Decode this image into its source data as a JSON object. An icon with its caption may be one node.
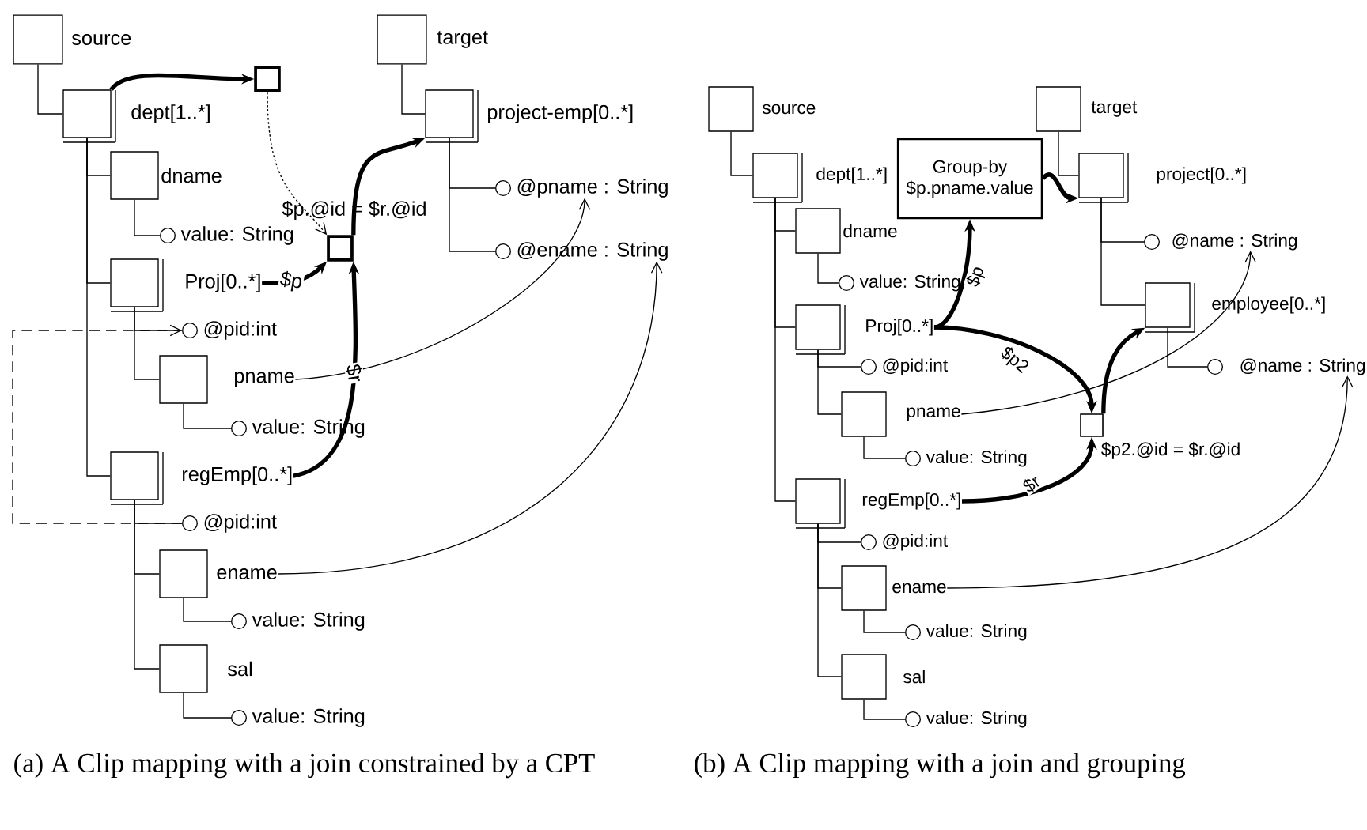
{
  "diagram": {
    "nodes": [
      {
        "text": [
          "source"
        ]
      },
      {
        "text": [
          "dept[1..*]"
        ]
      },
      {
        "text": [
          "dname"
        ]
      },
      {
        "text": [
          "value: String"
        ]
      },
      {
        "text": [
          "Proj[0..*]"
        ]
      },
      {
        "text": [
          "@pid:int"
        ]
      },
      {
        "text": [
          "pname"
        ]
      },
      {
        "text": [
          "value: String"
        ]
      },
      {
        "text": [
          "regEmp[0..*]"
        ]
      },
      {
        "text": [
          "@pid:int"
        ]
      },
      {
        "text": [
          "ename"
        ]
      },
      {
        "text": [
          "value: String"
        ]
      },
      {
        "text": [
          "sal"
        ]
      },
      {
        "text": [
          "value: String"
        ]
      },
      {
        "text": [
          "target"
        ]
      },
      {
        "text": [
          "project-emp[0..*]"
        ]
      },
      {
        "text": [
          "@pname : String"
        ]
      },
      {
        "text": [
          "@ename : String"
        ]
      },
      {
        "text": [],
        "shape": "box"
      },
      {
        "text": [],
        "shape": "box",
        "beside": [
          "$p.@id = $r.@id"
        ]
      },
      {
        "text": [
          "source"
        ]
      },
      {
        "text": [
          "dept[1..*]"
        ]
      },
      {
        "text": [
          "dname"
        ]
      },
      {
        "text": [
          "value: String"
        ]
      },
      {
        "text": [
          "Proj[0..*]"
        ]
      },
      {
        "text": [
          "@pid:int"
        ]
      },
      {
        "text": [
          "pname"
        ]
      },
      {
        "text": [
          "value: String"
        ]
      },
      {
        "text": [
          "regEmp[0..*]"
        ]
      },
      {
        "text": [
          "@pid:int"
        ]
      },
      {
        "text": [
          "ename"
        ]
      },
      {
        "text": [
          "value: String"
        ]
      },
      {
        "text": [
          "sal"
        ]
      },
      {
        "text": [
          "value: String"
        ]
      },
      {
        "text": [
          "target"
        ]
      },
      {
        "text": [
          "Group-by $p.pname.value"
        ]
      },
      {
        "text": [
          "project[0..*]"
        ]
      },
      {
        "text": [
          "@name : String"
        ]
      },
      {
        "text": [
          "employee[0..*]"
        ]
      },
      {
        "text": [
          "@name : String"
        ]
      },
      {
        "text": [],
        "shape": "box",
        "beside": [
          "$p2.@id = $r.@id"
        ]
      }
    ],
    "edges": [
      {
        "from": 0,
        "to": 1,
        "arrow": "none"
      },
      {
        "from": 1,
        "to": 2,
        "arrow": "none"
      },
      {
        "from": 2,
        "to": 3,
        "arrow": "none"
      },
      {
        "from": 1,
        "to": 4,
        "arrow": "none"
      },
      {
        "from": 4,
        "to": 5,
        "arrow": "none"
      },
      {
        "from": 4,
        "to": 6,
        "arrow": "none"
      },
      {
        "from": 6,
        "to": 7,
        "arrow": "none"
      },
      {
        "from": 1,
        "to": 8,
        "arrow": "none"
      },
      {
        "from": 8,
        "to": 9,
        "arrow": "none"
      },
      {
        "from": 8,
        "to": 10,
        "arrow": "none"
      },
      {
        "from": 10,
        "to": 11,
        "arrow": "none"
      },
      {
        "from": 8,
        "to": 12,
        "arrow": "none"
      },
      {
        "from": 12,
        "to": 13,
        "arrow": "none"
      },
      {
        "from": 14,
        "to": 15,
        "arrow": "none"
      },
      {
        "from": 15,
        "to": 16,
        "arrow": "none"
      },
      {
        "from": 15,
        "to": 17,
        "arrow": "none"
      },
      {
        "from": 1,
        "to": 18,
        "arrow": "to",
        "style": "thick"
      },
      {
        "from": 18,
        "to": 19,
        "arrow": "to",
        "style": "dashed"
      },
      {
        "from": 4,
        "to": 19,
        "arrow": "to",
        "style": "thick",
        "label": "$p"
      },
      {
        "from": 8,
        "to": 19,
        "arrow": "to",
        "style": "thick",
        "label": "$r"
      },
      {
        "from": 19,
        "to": 15,
        "arrow": "to",
        "style": "thick"
      },
      {
        "from": 6,
        "to": 16,
        "arrow": "to"
      },
      {
        "from": 10,
        "to": 17,
        "arrow": "to"
      },
      {
        "from": 9,
        "to": 5,
        "arrow": "to",
        "style": "dashed"
      },
      {
        "from": 20,
        "to": 21,
        "arrow": "none"
      },
      {
        "from": 21,
        "to": 22,
        "arrow": "none"
      },
      {
        "from": 22,
        "to": 23,
        "arrow": "none"
      },
      {
        "from": 21,
        "to": 24,
        "arrow": "none"
      },
      {
        "from": 24,
        "to": 25,
        "arrow": "none"
      },
      {
        "from": 24,
        "to": 26,
        "arrow": "none"
      },
      {
        "from": 26,
        "to": 27,
        "arrow": "none"
      },
      {
        "from": 21,
        "to": 28,
        "arrow": "none"
      },
      {
        "from": 28,
        "to": 29,
        "arrow": "none"
      },
      {
        "from": 28,
        "to": 30,
        "arrow": "none"
      },
      {
        "from": 30,
        "to": 31,
        "arrow": "none"
      },
      {
        "from": 28,
        "to": 32,
        "arrow": "none"
      },
      {
        "from": 32,
        "to": 33,
        "arrow": "none"
      },
      {
        "from": 34,
        "to": 36,
        "arrow": "none"
      },
      {
        "from": 36,
        "to": 37,
        "arrow": "none"
      },
      {
        "from": 36,
        "to": 38,
        "arrow": "none"
      },
      {
        "from": 38,
        "to": 39,
        "arrow": "none"
      },
      {
        "from": 24,
        "to": 35,
        "arrow": "to",
        "style": "thick",
        "label": "$p"
      },
      {
        "from": 24,
        "to": 40,
        "arrow": "to",
        "style": "thick",
        "label": "$p2"
      },
      {
        "from": 28,
        "to": 40,
        "arrow": "to",
        "style": "thick",
        "label": "$r"
      },
      {
        "from": 40,
        "to": 38,
        "arrow": "to",
        "style": "thick"
      },
      {
        "from": 35,
        "to": 36,
        "arrow": "to",
        "style": "thick"
      },
      {
        "from": 26,
        "to": 37,
        "arrow": "to"
      },
      {
        "from": 30,
        "to": 39,
        "arrow": "to"
      }
    ],
    "labels": [
      "(a) A Clip mapping with a join constrained by a CPT",
      "(b) A Clip mapping with a join and grouping"
    ]
  }
}
